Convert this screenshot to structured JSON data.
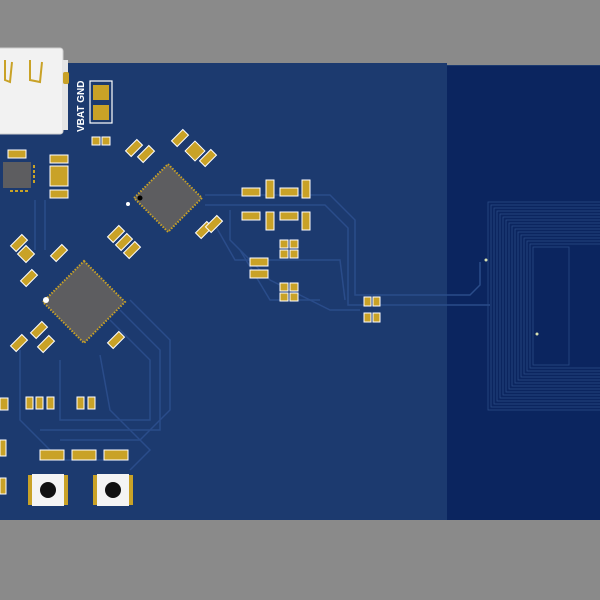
{
  "scene": {
    "description": "3D render of a blue PCB with USB-C connector, QFN ICs, passive components, two tactile buttons, and an NFC antenna coil",
    "colors": {
      "background": "#8a8a8a",
      "board": "#1c3a6f",
      "antenna_zone": "#0b255f",
      "pad_gold": "#c9a227",
      "ic_body": "#5d5d60",
      "silkscreen": "#ffffff",
      "trace": "#2a4c8a"
    }
  },
  "silkscreen": {
    "header_label": "VBAT GND"
  },
  "components": {
    "usb_connector": "USB-C receptacle",
    "ics": [
      "U1 QFN (upper)",
      "U2 QFN (main MCU)",
      "U3 small charger IC"
    ],
    "buttons": [
      "tactile-button-1",
      "tactile-button-2"
    ],
    "antenna": "NFC coil"
  }
}
